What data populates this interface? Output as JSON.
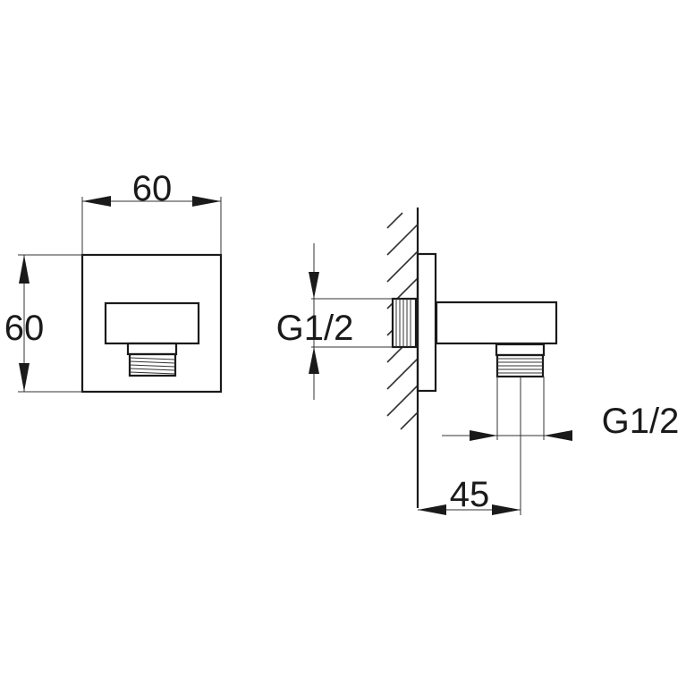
{
  "front_view": {
    "width_label": "60",
    "height_label": "60"
  },
  "side_view": {
    "inlet_thread_label": "G1/2",
    "outlet_thread_label": "G1/2",
    "projection_label": "45"
  },
  "colors": {
    "line": "#1a1a1a",
    "background": "#ffffff"
  }
}
